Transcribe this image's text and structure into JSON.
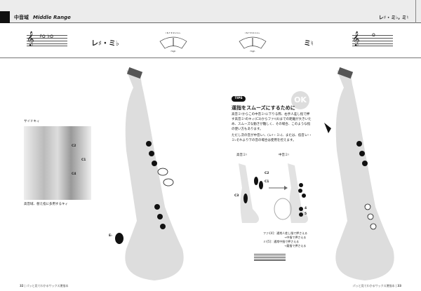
{
  "header": {
    "section": "中音域",
    "section_en": "Middle Range",
    "notes": "レ♯・ミ♭, ミ♮"
  },
  "left_row": {
    "note_name": "レ♯・ミ♭",
    "gauge_title": "INTERVAL",
    "gauge_label": "High"
  },
  "right_row": {
    "note_name": "ミ♮",
    "gauge_title": "INTERVAL",
    "gauge_label": "High"
  },
  "photo": {
    "title": "サイドキィ",
    "caption": "高音域、替え指に多用するキィ",
    "keys": [
      "C2",
      "C1",
      "C4"
    ]
  },
  "left_diagram": {
    "key_label": "E♭"
  },
  "tips": {
    "badge": "TIPS",
    "title": "運指をスムーズにするために",
    "ok": "OK",
    "p1": "高音ミ♮からこの中音ミ♮に下りる際、右手人差し指で押す高音ミ♮のキィ(C3)からファ♮(4)までの距離が大きいため、スムーズな動きが難しく、その場合、このような指の使い方もあります。",
    "p2": "ただし次の音が中音レ♮、(レ♯・ミ♭)、または、低音レ♮・ミ♭それより下の音の場合は使用を控えます。",
    "from": "高音ミ♮",
    "to": "中音ミ♮",
    "keys": [
      "C2",
      "C1",
      "C3",
      "4",
      "5"
    ],
    "note1": "ファ♮[4]：通常人差し指で押さえる",
    "note1b": "→中指で押さえる",
    "note2": "ミ♮[5]：通常中指で押さえる",
    "note2b": "→薬指で押さえる"
  },
  "footer": {
    "left_page": "32",
    "right_page": "33",
    "book": "パッと見てわかるサックス運指本"
  }
}
